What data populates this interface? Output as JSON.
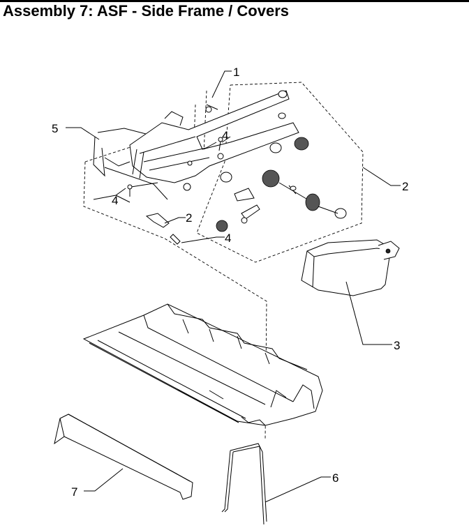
{
  "page": {
    "title": "Assembly 7: ASF - Side Frame / Covers"
  },
  "callouts": {
    "c1": "1",
    "c2a": "2",
    "c2b": "2",
    "c3": "3",
    "c4a": "4",
    "c4b": "4",
    "c4c": "4",
    "c5": "5",
    "c6": "6",
    "c7": "7"
  }
}
